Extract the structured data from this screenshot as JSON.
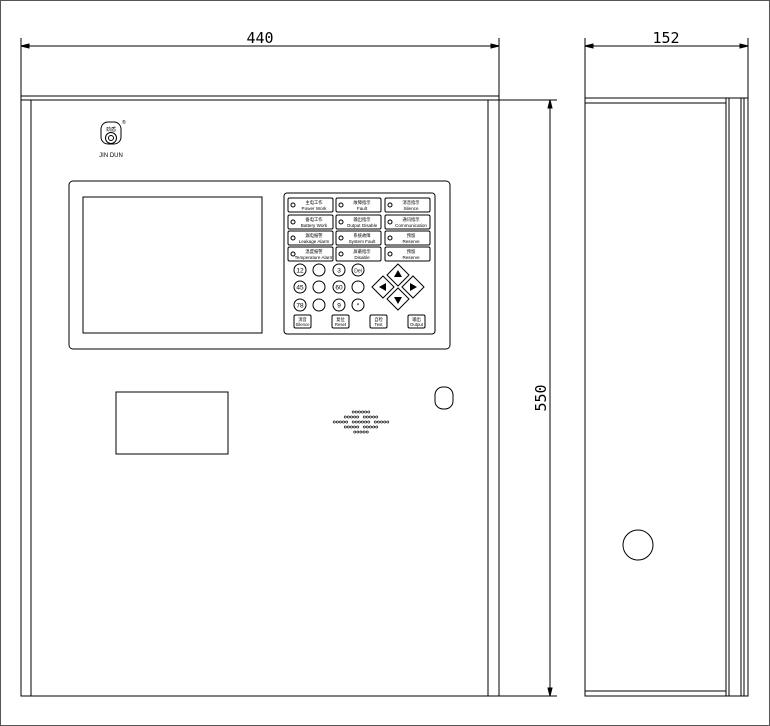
{
  "dimensions": {
    "front_width": "440",
    "side_depth": "152",
    "height": "550"
  },
  "logo": {
    "name_cn": "劲盾",
    "name_en": "JIN DUN",
    "mark": "®"
  },
  "indicators": [
    {
      "cn": "主电工作",
      "en": "Power Work"
    },
    {
      "cn": "故障指示",
      "en": "Fault"
    },
    {
      "cn": "消音指示",
      "en": "Silence"
    },
    {
      "cn": "备电工作",
      "en": "Battery Work"
    },
    {
      "cn": "输出指示",
      "en": "Output Disable"
    },
    {
      "cn": "通讯指示",
      "en": "Communication"
    },
    {
      "cn": "漏电报警",
      "en": "Leakage Alarm"
    },
    {
      "cn": "系统故障",
      "en": "System Fault"
    },
    {
      "cn": "预留",
      "en": "Reserve"
    },
    {
      "cn": "温度报警",
      "en": "Temperature Alarm"
    },
    {
      "cn": "屏蔽指示",
      "en": "Disable"
    },
    {
      "cn": "预留",
      "en": "Reserve"
    }
  ],
  "keypad": {
    "row1": [
      "12",
      "",
      "3",
      "Del"
    ],
    "row2": [
      "45",
      "",
      "60",
      ""
    ],
    "row3": [
      "78",
      "",
      "9",
      "*"
    ]
  },
  "function_keys": [
    {
      "cn": "消音",
      "en": "Silence"
    },
    {
      "cn": "复位",
      "en": "Reset"
    },
    {
      "cn": "自检",
      "en": "Test"
    },
    {
      "cn": "输出",
      "en": "Output"
    }
  ],
  "icons": {
    "arrows": [
      "arrow-up-icon",
      "arrow-left-icon",
      "arrow-right-icon",
      "arrow-down-icon"
    ],
    "speaker": "speaker-grille-icon",
    "lock": "keyhole-lock-icon",
    "cable_entry": "cable-entry-hole-icon"
  }
}
